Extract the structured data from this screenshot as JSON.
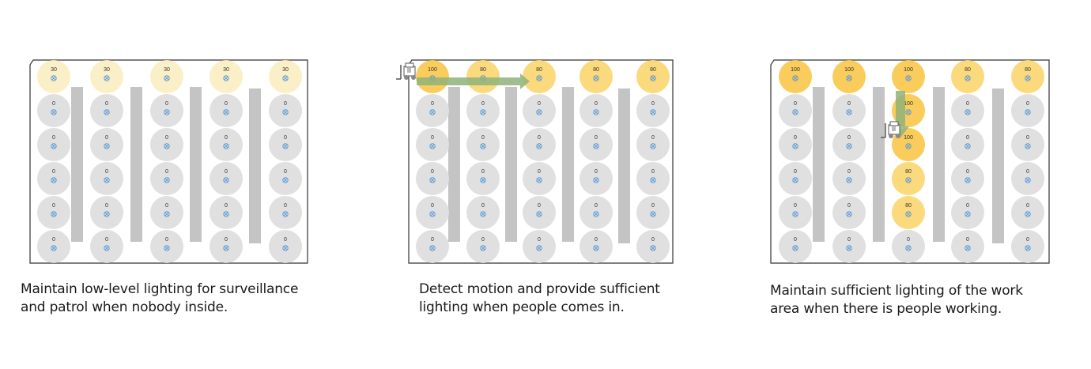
{
  "colors": {
    "off": "#e0e0e0",
    "low": "#fbefc8",
    "mid": "#fbd97d",
    "full": "#f9cc5b",
    "aisle": "#c4c4c4",
    "sensor": "#5b9bd5",
    "frame": "#333333",
    "arrow": "#8fb27a"
  },
  "panels": [
    {
      "id": "surveillance",
      "lights": [
        [
          "30",
          "30",
          "30",
          "30",
          "30"
        ],
        [
          "0",
          "0",
          "0",
          "0",
          "0"
        ],
        [
          "0",
          "0",
          "0",
          "0",
          "0"
        ],
        [
          "0",
          "0",
          "0",
          "0",
          "0"
        ],
        [
          "0",
          "0",
          "0",
          "0",
          "0"
        ],
        [
          "0",
          "0",
          "0",
          "0",
          "0"
        ]
      ],
      "caption": [
        "Maintain low-level lighting for surveillance",
        "and patrol when nobody inside."
      ]
    },
    {
      "id": "motion-detect",
      "lights": [
        [
          "100",
          "80",
          "80",
          "80",
          "80"
        ],
        [
          "0",
          "0",
          "0",
          "0",
          "0"
        ],
        [
          "0",
          "0",
          "0",
          "0",
          "0"
        ],
        [
          "0",
          "0",
          "0",
          "0",
          "0"
        ],
        [
          "0",
          "0",
          "0",
          "0",
          "0"
        ],
        [
          "0",
          "0",
          "0",
          "0",
          "0"
        ]
      ],
      "caption": [
        "Detect motion and provide sufficient",
        "lighting when people comes in."
      ]
    },
    {
      "id": "work-area",
      "lights": [
        [
          "100",
          "100",
          "100",
          "80",
          "80"
        ],
        [
          "0",
          "0",
          "100",
          "0",
          "0"
        ],
        [
          "0",
          "0",
          "100",
          "0",
          "0"
        ],
        [
          "0",
          "0",
          "80",
          "0",
          "0"
        ],
        [
          "0",
          "0",
          "80",
          "0",
          "0"
        ],
        [
          "0",
          "0",
          "0",
          "0",
          "0"
        ]
      ],
      "caption": [
        "Maintain sufficient lighting of the work",
        "area when there is people working."
      ]
    }
  ]
}
